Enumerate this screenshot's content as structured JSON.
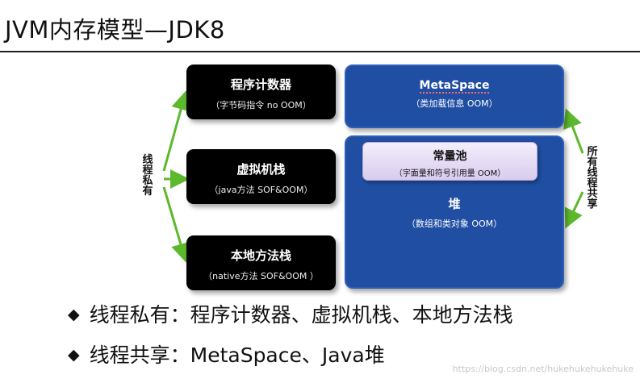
{
  "title": "JVM内存模型—JDK8",
  "private_boxes": [
    {
      "title": "程序计数器",
      "sub": "（字节码指令 no OOM）"
    },
    {
      "title": "虚拟机栈",
      "sub": "（java方法 SOF&OOM）"
    },
    {
      "title": "本地方法栈",
      "sub": "（native方法 SOF&OOM ）"
    }
  ],
  "metaspace": {
    "title": "MetaSpace",
    "sub": "（类加载信息 OOM）"
  },
  "constant_pool": {
    "title": "常量池",
    "sub": "（字面量和符号引用量 OOM）"
  },
  "heap": {
    "title": "堆",
    "sub": "（数组和类对象 OOM）"
  },
  "label_private": "线程私有",
  "label_shared": "所有线程共享",
  "bullets": [
    "线程私有：程序计数器、虚拟机栈、本地方法栈",
    "线程共享：MetaSpace、Java堆"
  ],
  "bullet_symbol": "◆",
  "watermark": "https://blog.csdn.net/hukehukehukehuke",
  "colors": {
    "arrow": "#5cb82c",
    "blue": "#1f4ea3",
    "pool": "#d8ccee"
  }
}
